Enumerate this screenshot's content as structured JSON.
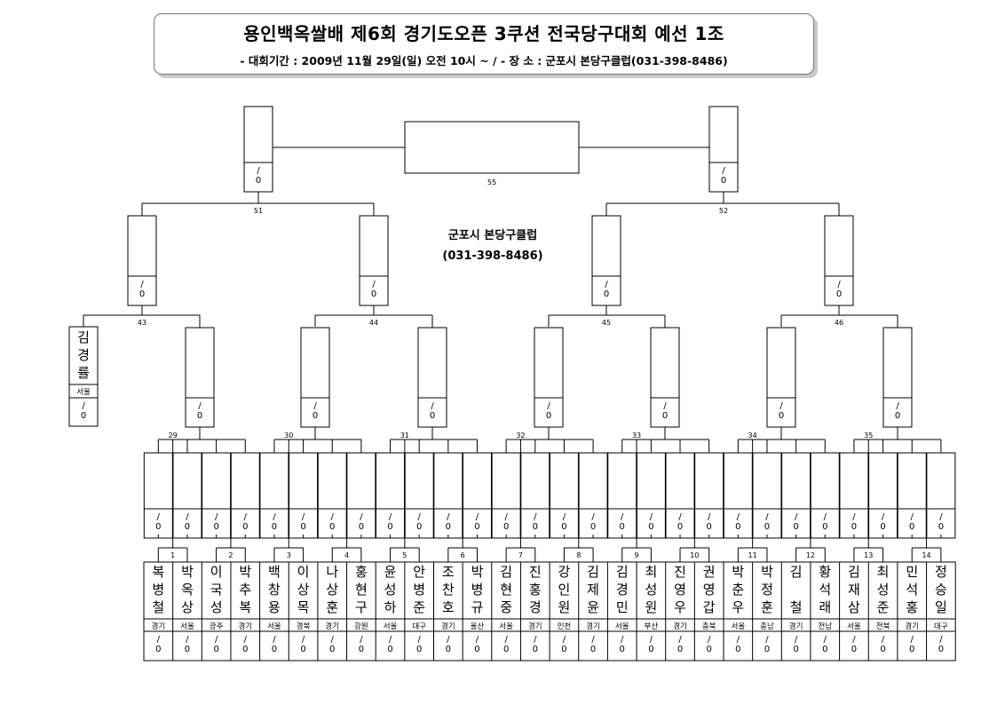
{
  "header": {
    "title": "용인백옥쌀배 제6회 경기도오픈 3쿠션 전국당구대회 예선 1조",
    "subtitle": "- 대회기간 : 2009년 11월 29일(일) 오전 10시 ~  /  - 장 소 : 군포시 본당구클럽(031-398-8486)"
  },
  "venue": {
    "name": "군포시 본당구클럽",
    "phone": "(031-398-8486)"
  },
  "score_placeholder": "/\n0",
  "final_match": {
    "number": "55"
  },
  "semi_matches": [
    "51",
    "52"
  ],
  "quarter_matches": [
    "43",
    "44",
    "45",
    "46"
  ],
  "third_round_matches": [
    "29",
    "30",
    "31",
    "32",
    "33",
    "34",
    "35"
  ],
  "first_round_matches": [
    "1",
    "2",
    "3",
    "4",
    "5",
    "6",
    "7",
    "8",
    "9",
    "10",
    "11",
    "12",
    "13",
    "14"
  ],
  "bye_player": {
    "name": "김경률",
    "region": "서울"
  },
  "players": [
    {
      "name": "복병철",
      "region": "경기"
    },
    {
      "name": "박옥상",
      "region": "서울"
    },
    {
      "name": "이국성",
      "region": "광주"
    },
    {
      "name": "박추복",
      "region": "경기"
    },
    {
      "name": "백창용",
      "region": "서울"
    },
    {
      "name": "이상목",
      "region": "경북"
    },
    {
      "name": "나상훈",
      "region": "경기"
    },
    {
      "name": "홍현구",
      "region": "강원"
    },
    {
      "name": "윤성하",
      "region": "서울"
    },
    {
      "name": "안병준",
      "region": "대구"
    },
    {
      "name": "조찬호",
      "region": "경기"
    },
    {
      "name": "박병규",
      "region": "울산"
    },
    {
      "name": "김현중",
      "region": "서울"
    },
    {
      "name": "진홍경",
      "region": "경기"
    },
    {
      "name": "강인원",
      "region": "인천"
    },
    {
      "name": "김제윤",
      "region": "경기"
    },
    {
      "name": "김경민",
      "region": "서울"
    },
    {
      "name": "최성원",
      "region": "부산"
    },
    {
      "name": "진영우",
      "region": "경기"
    },
    {
      "name": "권영갑",
      "region": "충북"
    },
    {
      "name": "박춘우",
      "region": "서울"
    },
    {
      "name": "박정훈",
      "region": "충남"
    },
    {
      "name": "김 철",
      "region": "경기"
    },
    {
      "name": "황석래",
      "region": "전남"
    },
    {
      "name": "김재삼",
      "region": "서울"
    },
    {
      "name": "최성준",
      "region": "전북"
    },
    {
      "name": "민석홍",
      "region": "경기"
    },
    {
      "name": "정승일",
      "region": "대구"
    }
  ]
}
